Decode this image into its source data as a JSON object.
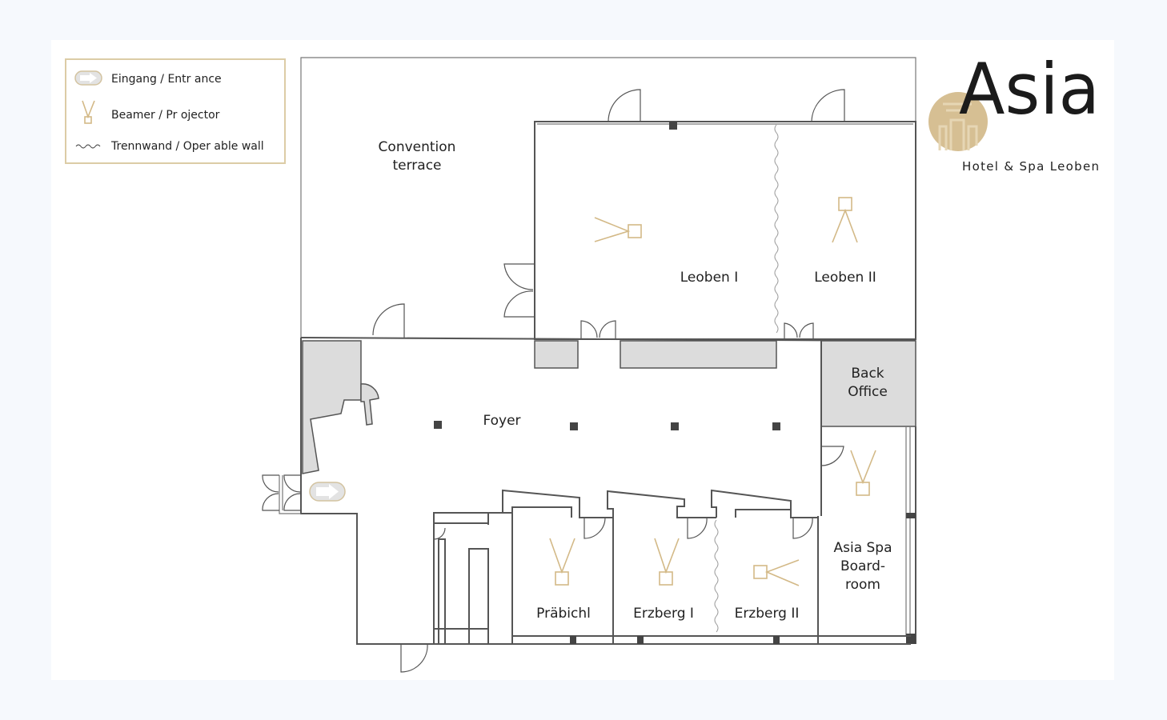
{
  "legend": {
    "entrance": "Eingang / Entr ance",
    "projector": "Beamer / Pr ojector",
    "operable_wall": "Trennwand / Oper able wall"
  },
  "logo": {
    "name": "Asia",
    "subtitle": "Hotel & Spa  Leoben"
  },
  "rooms": {
    "convention_terrace": [
      "Convention",
      "terrace"
    ],
    "leoben_1": "Leoben I",
    "leoben_2": "Leoben II",
    "back_office": [
      "Back",
      "Office"
    ],
    "foyer": "Foyer",
    "asia_spa_boardroom": [
      "Asia Spa",
      "Board-",
      "room"
    ],
    "praebichl": "Präbichl",
    "erzberg_1": "Erzberg I",
    "erzberg_2": "Erzberg II"
  },
  "colors": {
    "accent_gold": "#d3b987",
    "wall": "#555555",
    "fill_gray": "#dcdcdc"
  }
}
